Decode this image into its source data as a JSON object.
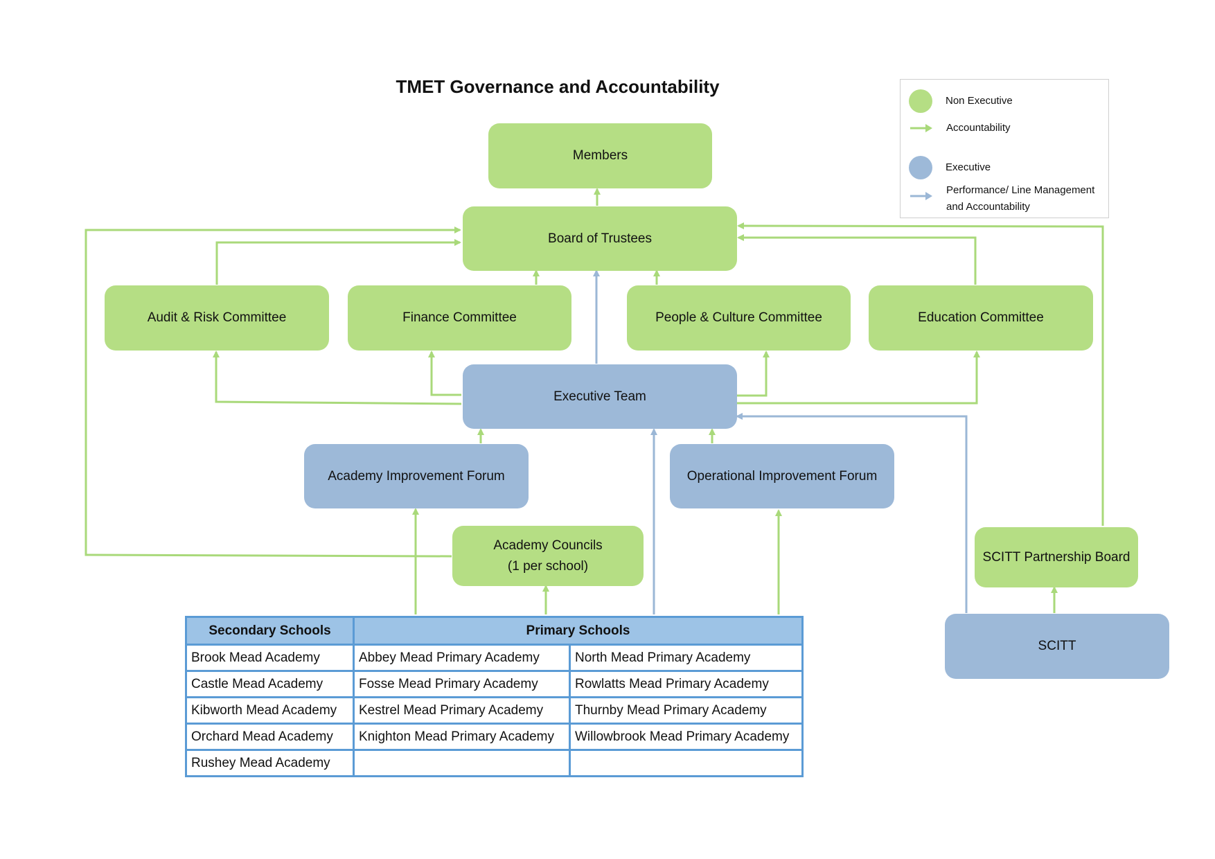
{
  "title": "TMET Governance and Accountability",
  "colors": {
    "non_executive": "#b5de84",
    "non_executive_line": "#a9d97a",
    "executive": "#9db9d8",
    "executive_line": "#9bb7d6",
    "table_border": "#5b9bd5",
    "table_header": "#9dc3e6"
  },
  "legend": {
    "non_executive": "Non Executive",
    "accountability": "Accountability",
    "executive": "Executive",
    "performance_line1": "Performance/ Line Management",
    "performance_line2": "and Accountability"
  },
  "nodes": {
    "members": "Members",
    "board": "Board of Trustees",
    "audit": "Audit & Risk Committee",
    "finance": "Finance Committee",
    "people": "People & Culture Committee",
    "education": "Education Committee",
    "executive_team": "Executive Team",
    "aif": "Academy Improvement Forum",
    "oif": "Operational Improvement Forum",
    "councils_line1": "Academy Councils",
    "councils_line2": "(1 per school)",
    "scitt_board": "SCITT Partnership Board",
    "scitt": "SCITT"
  },
  "schools": {
    "secondary_header": "Secondary Schools",
    "primary_header": "Primary Schools",
    "secondary": [
      "Brook Mead Academy",
      "Castle Mead Academy",
      "Kibworth Mead Academy",
      "Orchard Mead Academy",
      "Rushey Mead Academy"
    ],
    "primary_a": [
      "Abbey Mead Primary Academy",
      "Fosse Mead Primary Academy",
      "Kestrel Mead Primary Academy",
      "Knighton Mead Primary Academy",
      ""
    ],
    "primary_b": [
      "North Mead Primary Academy",
      "Rowlatts Mead Primary Academy",
      "Thurnby Mead Primary Academy",
      "Willowbrook Mead Primary Academy",
      ""
    ]
  }
}
